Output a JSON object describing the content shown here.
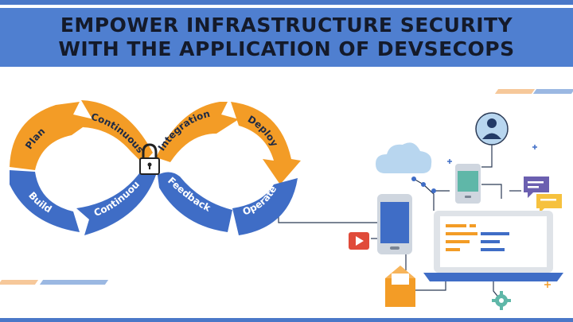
{
  "header": {
    "title_line1": "EMPOWER INFRASTRUCTURE SECURITY",
    "title_line2": "WITH THE APPLICATION OF DEVSECOPS"
  },
  "loop": {
    "stages": {
      "plan": "Plan",
      "continuous_top": "Continuous",
      "integration": "Integration",
      "deploy": "Deploy",
      "build": "Build",
      "continuous_bottom": "Continuous",
      "feedback": "Feedback",
      "operate": "Operate"
    }
  },
  "colors": {
    "banner": "#4f7fd0",
    "orange": "#f39c26",
    "blue": "#3f6dc6",
    "accent_peach": "#f6c89a",
    "accent_blue": "#9bb8e2"
  }
}
